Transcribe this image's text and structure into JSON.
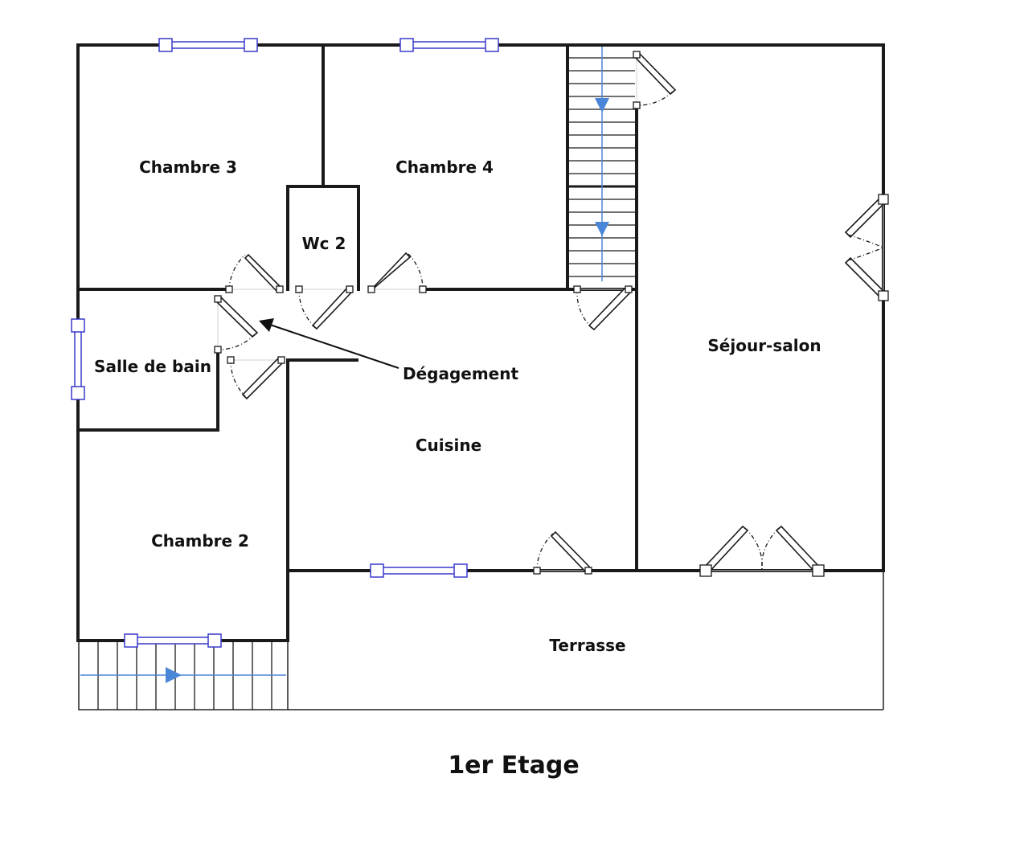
{
  "plan": {
    "title": "1er Etage",
    "rooms": [
      {
        "id": "chambre-3",
        "label": "Chambre 3"
      },
      {
        "id": "chambre-4",
        "label": "Chambre 4"
      },
      {
        "id": "wc-2",
        "label": "Wc 2"
      },
      {
        "id": "salle-de-bain",
        "label": "Salle de bain"
      },
      {
        "id": "degagement",
        "label": "Dégagement"
      },
      {
        "id": "cuisine",
        "label": "Cuisine"
      },
      {
        "id": "sejour-salon",
        "label": "Séjour-salon"
      },
      {
        "id": "chambre-2",
        "label": "Chambre 2"
      },
      {
        "id": "terrasse",
        "label": "Terrasse"
      }
    ],
    "colors": {
      "wall": "#1a1a1a",
      "window": "#3a3acc",
      "stair_arrow": "#4a86d8",
      "background": "#ffffff"
    }
  }
}
